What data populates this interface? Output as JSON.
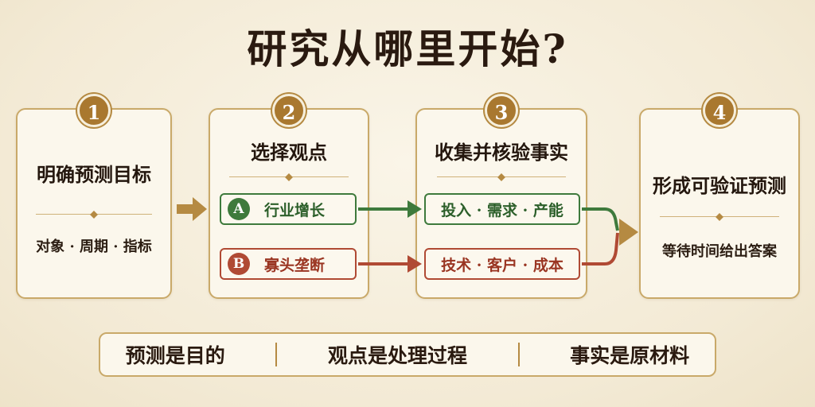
{
  "title": "研究从哪里开始?",
  "steps": [
    {
      "number": "1",
      "title": "明确预测目标",
      "sub": "对象 · 周期 · 指标"
    },
    {
      "number": "2",
      "title": "选择观点",
      "options": [
        {
          "badge": "A",
          "label": "行业增长"
        },
        {
          "badge": "B",
          "label": "寡头垄断"
        }
      ]
    },
    {
      "number": "3",
      "title": "收集并核验事实",
      "facts": [
        "投入 · 需求 · 产能",
        "技术 · 客户 · 成本"
      ]
    },
    {
      "number": "4",
      "title": "形成可验证预测",
      "sub": "等待时间给出答案"
    }
  ],
  "summary": [
    "预测是目的",
    "观点是处理过程",
    "事实是原材料"
  ],
  "colors": {
    "gold": "#b58a42",
    "green": "#3e7a3c",
    "red": "#b04a34",
    "background": "#f5eedc"
  }
}
